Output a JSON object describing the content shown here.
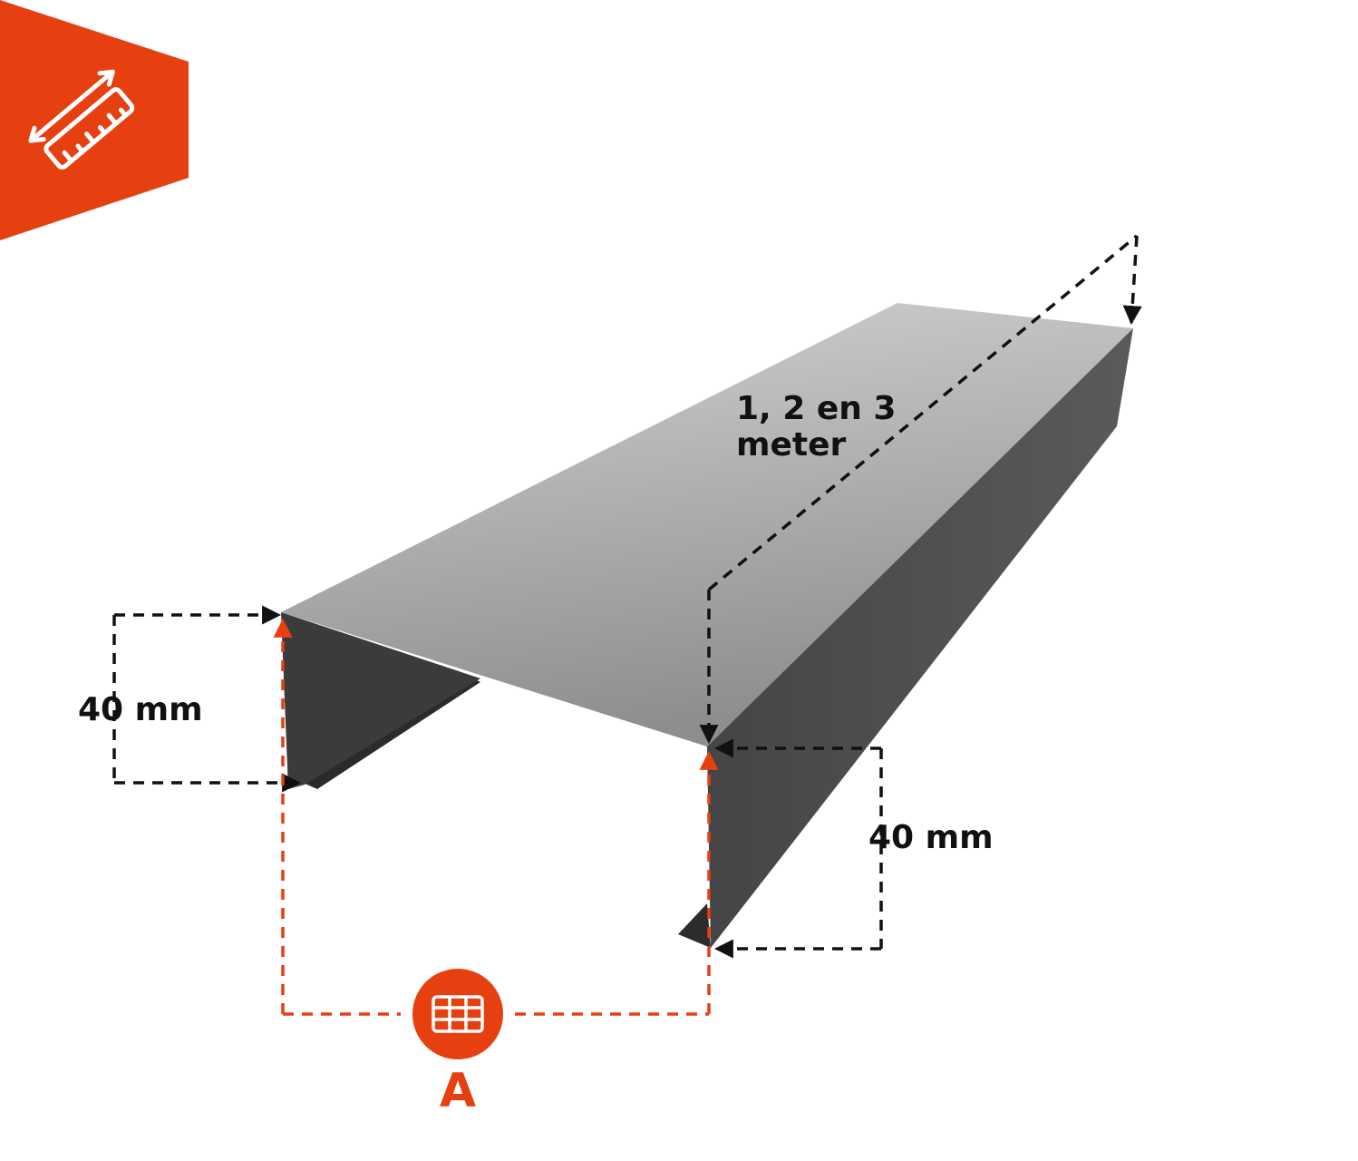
{
  "badge": {
    "icon": "ruler-measure-icon",
    "color": "#e64011"
  },
  "profile": {
    "length_line1": "1, 2 en 3",
    "length_line2": "meter",
    "left_height": "40 mm",
    "right_height": "40 mm",
    "width_icon": "panel-icon",
    "width_letter": "A"
  },
  "colors": {
    "accent": "#e64011",
    "dimension_line": "#111111",
    "metal_top": "#bcbcbc",
    "metal_side": "#4e4e4e"
  }
}
